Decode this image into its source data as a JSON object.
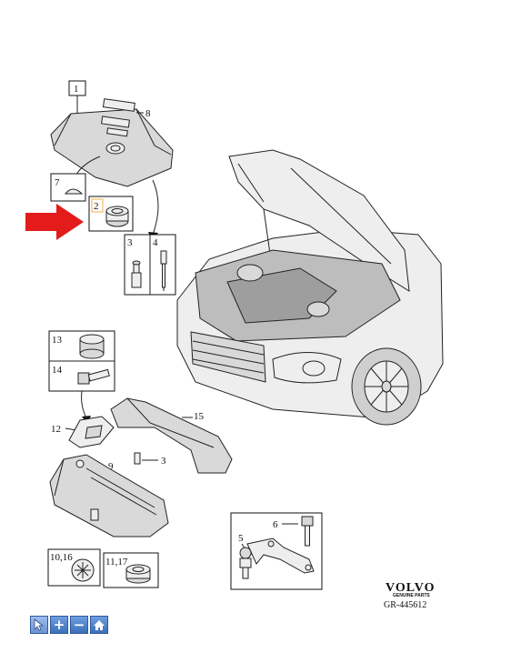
{
  "brand": {
    "name": "VOLVO",
    "tagline": "GENUINE PARTS",
    "reference": "GR-445612"
  },
  "labels": {
    "p1": "1",
    "p2": "2",
    "p3": "3",
    "p4": "4",
    "p5": "5",
    "p6": "6",
    "p7": "7",
    "p8": "8",
    "p9": "9",
    "p3b": "3",
    "p12": "12",
    "p13": "13",
    "p14": "14",
    "p15": "15",
    "p10_16": "10,16",
    "p11_17": "11,17"
  },
  "highlight": {
    "arrow_color": "#e31b1b",
    "marker_color": "#f2b14a"
  },
  "toolbar": {
    "select_icon": "pointer-icon",
    "zoom_in": "+",
    "zoom_out": "−",
    "home_icon": "home-icon"
  }
}
